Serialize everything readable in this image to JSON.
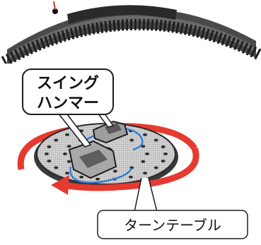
{
  "labels": {
    "swing_hammer_line1": "スイング",
    "swing_hammer_line2": "ハンマー",
    "turntable": "ターンテーブル"
  },
  "colors": {
    "ring_gear": "#4a4a4a",
    "ring_gear_dark": "#1e1e1e",
    "turntable_plate": "#c9c9c9",
    "turntable_edge": "#2b2b2b",
    "rotation_arrow": "#e53a2f",
    "hammer_path": "#2f7fd8",
    "hammer_body": "#9e9e9e",
    "hole": "#303030"
  },
  "icons": {
    "rotation": "rotation-arrow-icon"
  }
}
